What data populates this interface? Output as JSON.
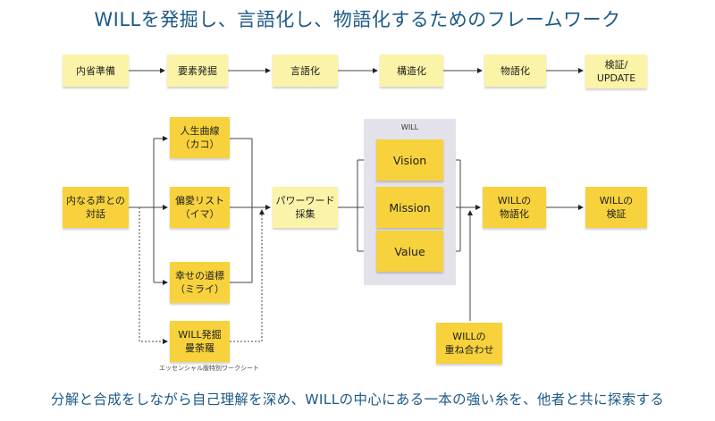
{
  "title": "WILLを発掘し、言語化し、物語化するためのフレームワーク",
  "footer": "分解と合成をしながら自己理解を深め、WILLの中心にある一本の強い糸を、他者と共に探索する",
  "note": "エッセンシャル版特別ワークシート",
  "colors": {
    "accent": "#1b5a86",
    "sticky_light": "#fbf3a7",
    "sticky_bright": "#f7d23c",
    "panel": "#e3e2ea"
  },
  "process_steps": [
    "内省準備",
    "要素発掘",
    "言語化",
    "構造化",
    "物語化",
    "検証/\nUPDATE"
  ],
  "nodes": {
    "inner_voice": "内なる声との\n対話",
    "life_curve": "人生曲線\n（カコ）",
    "bias_list": "偏愛リスト\n（イマ）",
    "happiness_sign": "幸せの道標\n（ミライ）",
    "will_dig": "WILL発掘\n曼荼羅",
    "power_word": "パワーワード\n採集",
    "will_story": "WILLの\n物語化",
    "will_verify": "WILLの\n検証",
    "will_overlap": "WILLの\n重ね合わせ"
  },
  "will_panel": {
    "title": "WILL",
    "items": [
      "Vision",
      "Mission",
      "Value"
    ]
  }
}
